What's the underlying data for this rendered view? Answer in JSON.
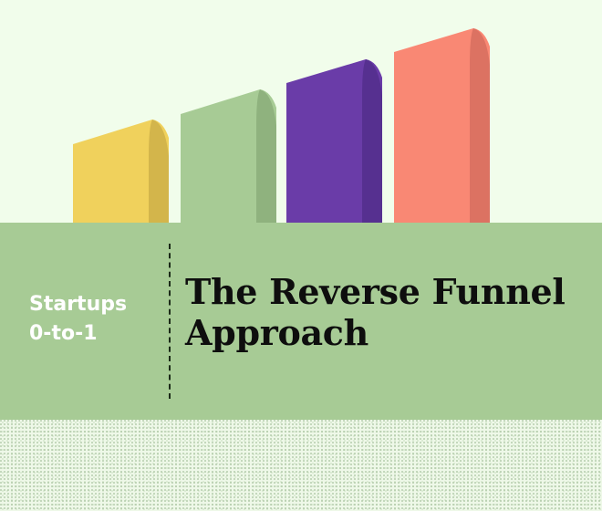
{
  "colors": {
    "background": "#f1fdeb",
    "banner": "#a7cb95",
    "bars": [
      "#f0d15c",
      "#a7cb95",
      "#6a3ca8",
      "#f98874"
    ],
    "bar_shades": [
      "#d3b54b",
      "#8fb27e",
      "#563090",
      "#dc7262"
    ],
    "label_text": "#ffffff",
    "title_text": "#0e0e0e"
  },
  "series_label": {
    "line1": "Startups",
    "line2": "0-to-1"
  },
  "title": {
    "line1": "The Reverse Funnel",
    "line2": "Approach"
  },
  "bars_decor": {
    "count": 4,
    "relative_heights": [
      1,
      1.25,
      1.5,
      1.75
    ]
  }
}
